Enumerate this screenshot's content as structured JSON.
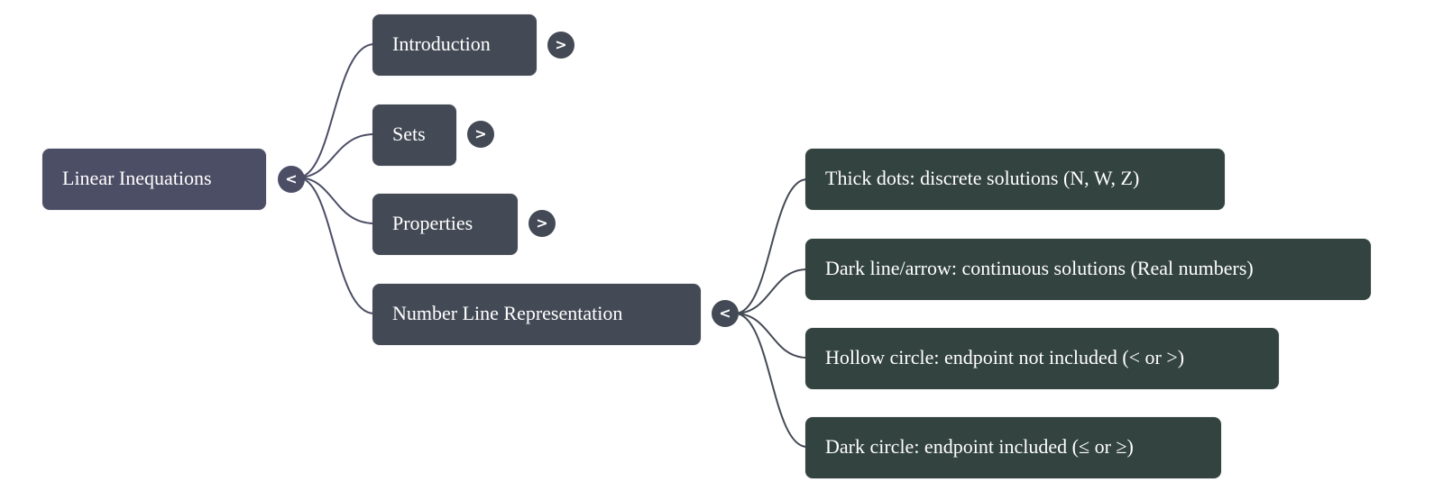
{
  "mindmap": {
    "root": {
      "label": "Linear Inequations",
      "toggle_icon": "<",
      "expanded": true
    },
    "children": [
      {
        "label": "Introduction",
        "toggle_icon": ">",
        "expanded": false
      },
      {
        "label": "Sets",
        "toggle_icon": ">",
        "expanded": false
      },
      {
        "label": "Properties",
        "toggle_icon": ">",
        "expanded": false
      },
      {
        "label": "Number Line Representation",
        "toggle_icon": "<",
        "expanded": true,
        "children": [
          {
            "label": "Thick dots: discrete solutions (N, W, Z)"
          },
          {
            "label": "Dark line/arrow: continuous solutions (Real numbers)"
          },
          {
            "label": "Hollow circle: endpoint not included (< or >)"
          },
          {
            "label": "Dark circle: endpoint included (≤ or ≥)"
          }
        ]
      }
    ]
  },
  "colors": {
    "root_node": "#4c4e66",
    "level1_node": "#444a55",
    "level2_node": "#33433f",
    "connector": "#4c4e66",
    "text": "#ffffff"
  }
}
